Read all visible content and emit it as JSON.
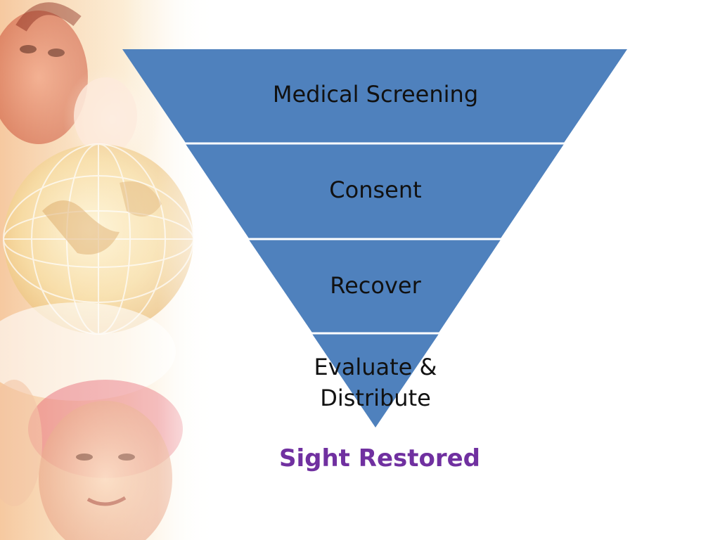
{
  "funnel": {
    "layers": [
      {
        "label": "Medical Screening"
      },
      {
        "label": "Consent"
      },
      {
        "label": "Recover"
      },
      {
        "label_line1": "Evaluate &",
        "label_line2": "Distribute"
      }
    ],
    "fill_color": "#4f81bd",
    "divider_color": "#ffffff"
  },
  "outcome": {
    "label": "Sight Restored",
    "color": "#7030a0"
  },
  "background_image": {
    "description_icon": "people-and-globe-photo"
  }
}
